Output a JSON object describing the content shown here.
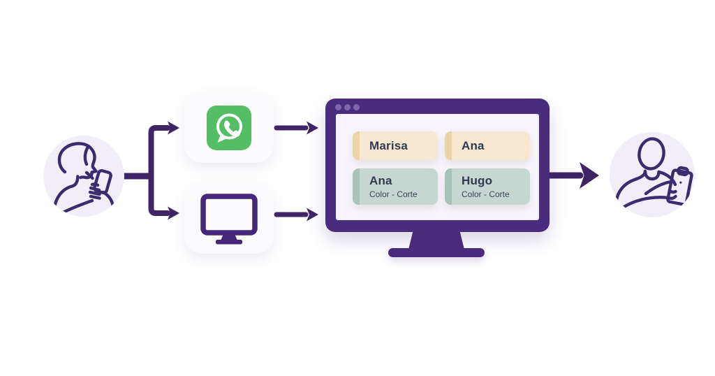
{
  "flow": {
    "source": {
      "icon": "person-with-phone-icon",
      "circle_bg": "#f1eef9"
    },
    "channels": [
      {
        "id": "whatsapp",
        "icon": "whatsapp-icon",
        "brand_color": "#55bd66"
      },
      {
        "id": "computer",
        "icon": "computer-icon",
        "brand_color": "#45267a"
      }
    ],
    "monitor": {
      "window_dot_count": 3,
      "frame_color": "#4a2c7c",
      "screen_color": "#f7f5fb",
      "appointments": [
        {
          "name": "Marisa",
          "service": "",
          "variant": "cream"
        },
        {
          "name": "Ana",
          "service": "",
          "variant": "cream"
        },
        {
          "name": "Ana",
          "service": "Color - Corte",
          "variant": "sage"
        },
        {
          "name": "Hugo",
          "service": "Color - Corte",
          "variant": "sage"
        }
      ],
      "card_colors": {
        "cream_bg": "#f7e9d1",
        "cream_stripe": "#ecd4a8",
        "sage_bg": "#c6d6d0",
        "sage_stripe": "#a9c2b8",
        "name_text": "#303950",
        "service_text": "#3a4358"
      }
    },
    "destination": {
      "icon": "person-with-clipboard-icon",
      "circle_bg": "#f1eef9"
    },
    "arrow_color": "#3f2566",
    "line_art_color": "#3c2b6e"
  }
}
